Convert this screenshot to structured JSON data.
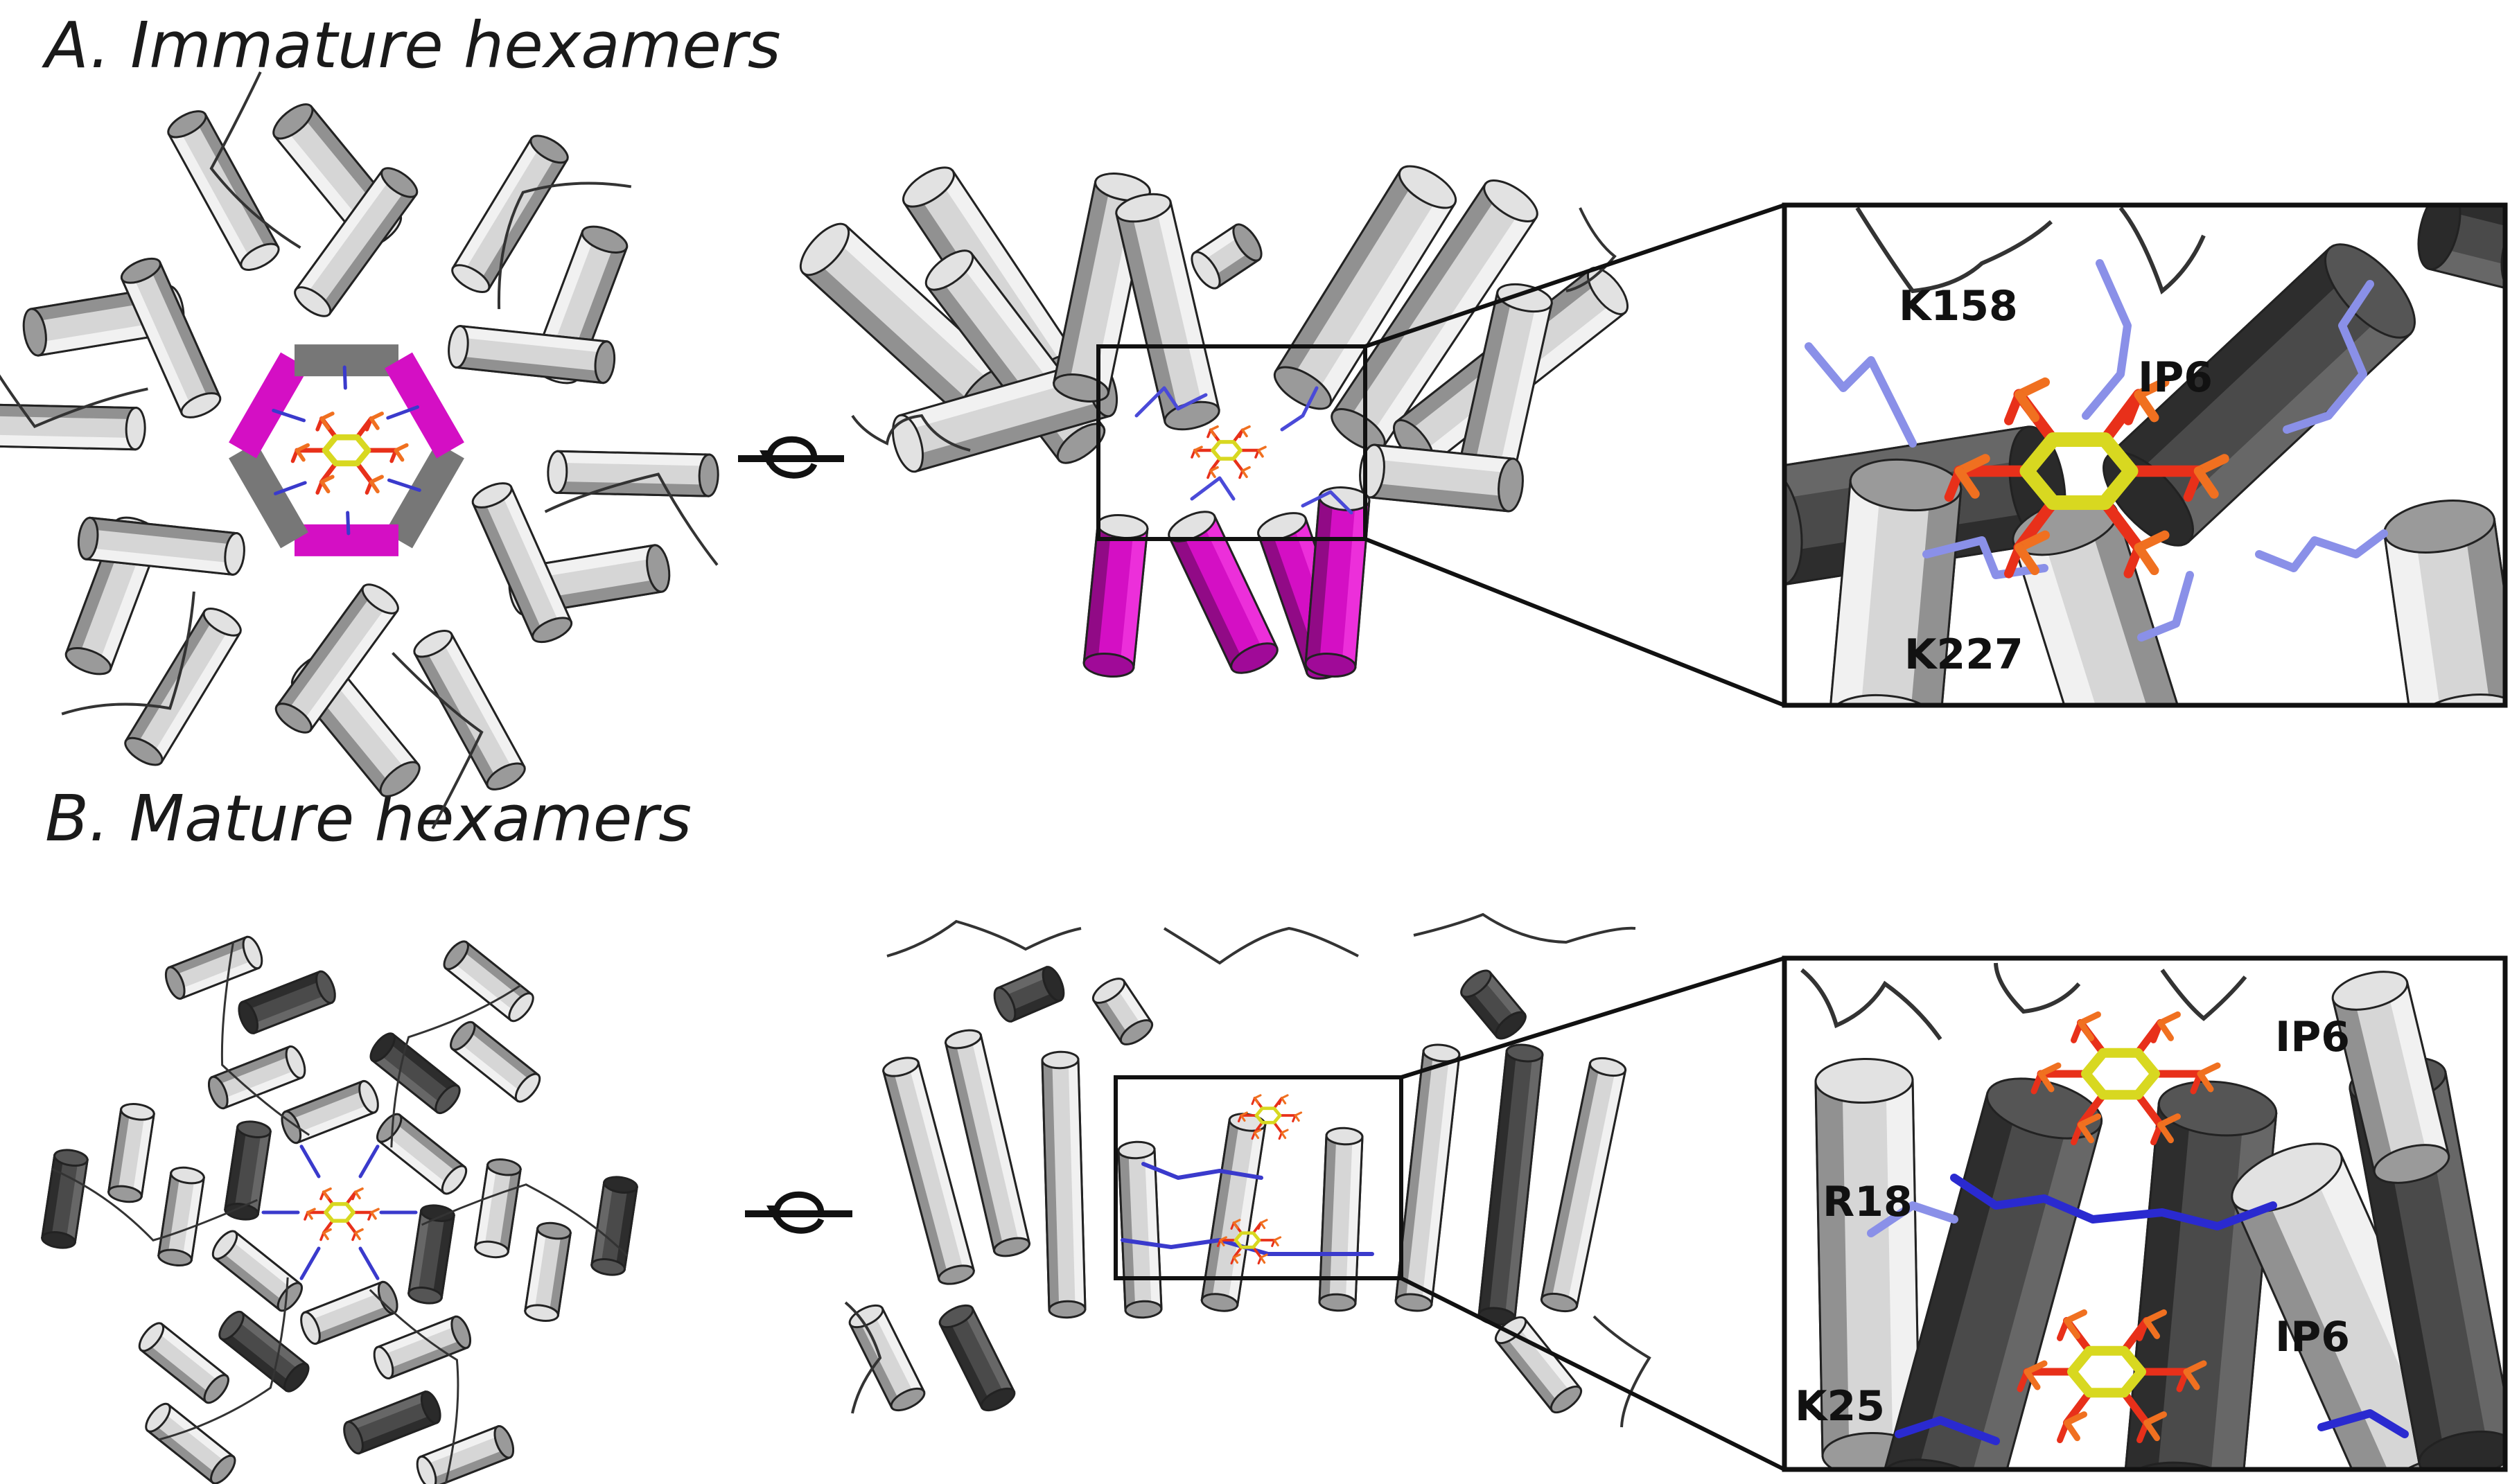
{
  "panels": [
    {
      "title": "A. Immature hexamers",
      "labels": [
        "K158",
        "IP6",
        "K227"
      ]
    },
    {
      "title": "B. Mature hexamers",
      "labels": [
        "IP6",
        "R18",
        "IP6",
        "K25"
      ]
    }
  ],
  "colors": {
    "helix_light": "#e8e8e8",
    "helix_mid": "#a8a8a8",
    "helix_dark": "#555555",
    "magenta": "#d40fc4",
    "lysine_blue": "#8a90e8",
    "phosphate_orange": "#f07020",
    "phosphate_red": "#e8301a",
    "inositol_yellow": "#d8d820"
  },
  "icons": [
    "rotation-axis-icon",
    "rotation-axis-icon"
  ]
}
